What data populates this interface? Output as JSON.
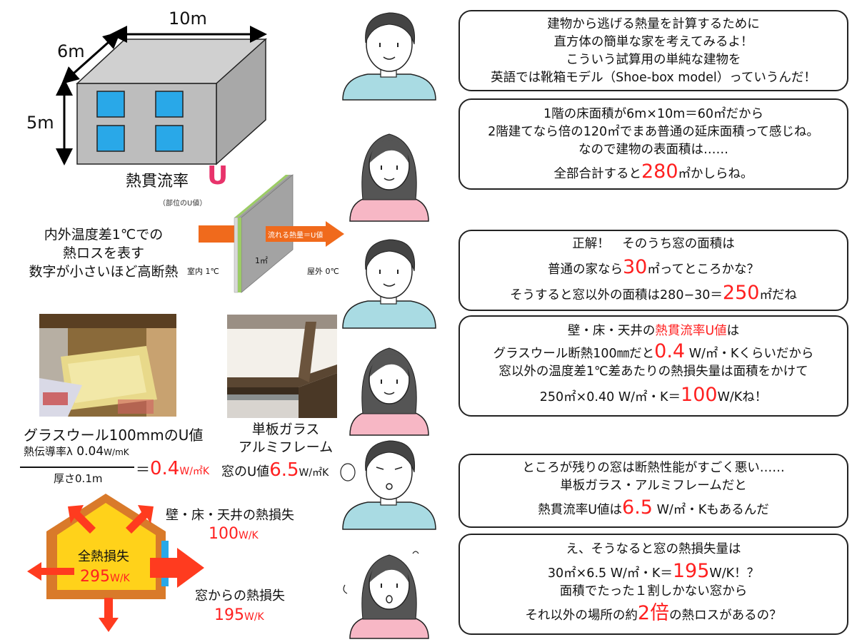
{
  "colors": {
    "accent_red": "#ff2020",
    "u_pink": "#e8336b",
    "window_blue": "#29a8e8",
    "house_orange": "#d97a2a",
    "house_yellow": "#ffd21a",
    "arrow_red": "#ff3b1f",
    "heat_arrow_orange": "#f06a1c",
    "shirt_blue": "#a9dbe3",
    "shirt_pink": "#f7b7c5"
  },
  "box": {
    "dim_width": "10m",
    "dim_depth": "6m",
    "dim_height": "5m"
  },
  "uvalue": {
    "title": "熱貫流率",
    "letter": "U",
    "sub": "（部位のU値）",
    "desc_line1": "内外温度差1℃での",
    "desc_line2": "熱ロスを表す",
    "desc_line3": "数字が小さいほど高断熱",
    "indoor": "室内  1℃",
    "outdoor": "屋外  0℃",
    "area": "1㎡",
    "flow_label": "流れる熱量＝U値"
  },
  "materials": {
    "glasswool_title": "グラスウール100mmのU値",
    "conductivity_label": "熱伝導率λ",
    "conductivity_value": "0.04",
    "conductivity_unit": "W/mK",
    "thickness_label": "厚さ",
    "thickness_value": "0.1",
    "thickness_unit": "m",
    "equals": "＝",
    "result_value": "0.4",
    "result_unit": "W/㎡K",
    "window_title_1": "単板ガラス",
    "window_title_2": "アルミフレーム",
    "window_u_label": "窓のU値",
    "window_u_value": "6.5",
    "window_u_unit": "W/㎡K"
  },
  "house": {
    "total_label": "全熱損失",
    "total_value": "295",
    "total_unit": "W/K",
    "wall_label": "壁・床・天井の熱損失",
    "wall_value": "100",
    "wall_unit": "W/K",
    "window_label": "窓からの熱損失",
    "window_value": "195",
    "window_unit": "W/K"
  },
  "dialogue": [
    {
      "line1": "建物から逃げる熱量を計算するために",
      "line2": "直方体の簡単な家を考えてみるよ！",
      "line3": "こういう試算用の単純な建物を",
      "line4": "英語では靴箱モデル（Shoe-box model）っていうんだ！"
    },
    {
      "line1": "1階の床面積が6m×10m＝60㎡だから",
      "line2": "2階建てなら倍の120㎡でまあ普通の延床面積って感じね。",
      "line3": "なので建物の表面積は……",
      "line4_pre": "全部合計すると",
      "line4_num": "280",
      "line4_post": "㎡かしらね。"
    },
    {
      "line1": "正解！　そのうち窓の面積は",
      "line2_pre": "普通の家なら",
      "line2_num": "30",
      "line2_post": "㎡ってところかな？",
      "line3_pre": "そうすると窓以外の面積は280−30＝",
      "line3_num": "250",
      "line3_post": "㎡だね"
    },
    {
      "line1_pre": "壁・床・天井の",
      "line1_red": "熱貫流率U値",
      "line1_post": "は",
      "line2_pre": "グラスウール断熱100㎜だと",
      "line2_num": "0.4",
      "line2_post": " W/㎡・Kくらいだから",
      "line3": "窓以外の温度差1℃差あたりの熱損失量は面積をかけて",
      "line4_pre": "250㎡×0.40 W/㎡・K＝",
      "line4_num": "100",
      "line4_post": "W/Kね！"
    },
    {
      "line1": "ところが残りの窓は断熱性能がすごく悪い……",
      "line2": "単板ガラス・アルミフレームだと",
      "line3_pre": "熱貫流率U値は",
      "line3_num": "6.5",
      "line3_post": " W/㎡・Kもあるんだ"
    },
    {
      "line1": "え、そうなると窓の熱損失量は",
      "line2_pre": "30㎡×6.5 W/㎡・K＝",
      "line2_num": "195",
      "line2_post": "W/K！？",
      "line3": "面積でたった１割しかない窓から",
      "line4_pre": "それ以外の場所の約",
      "line4_num": "2倍",
      "line4_post": "の熱ロスがあるの？"
    }
  ]
}
